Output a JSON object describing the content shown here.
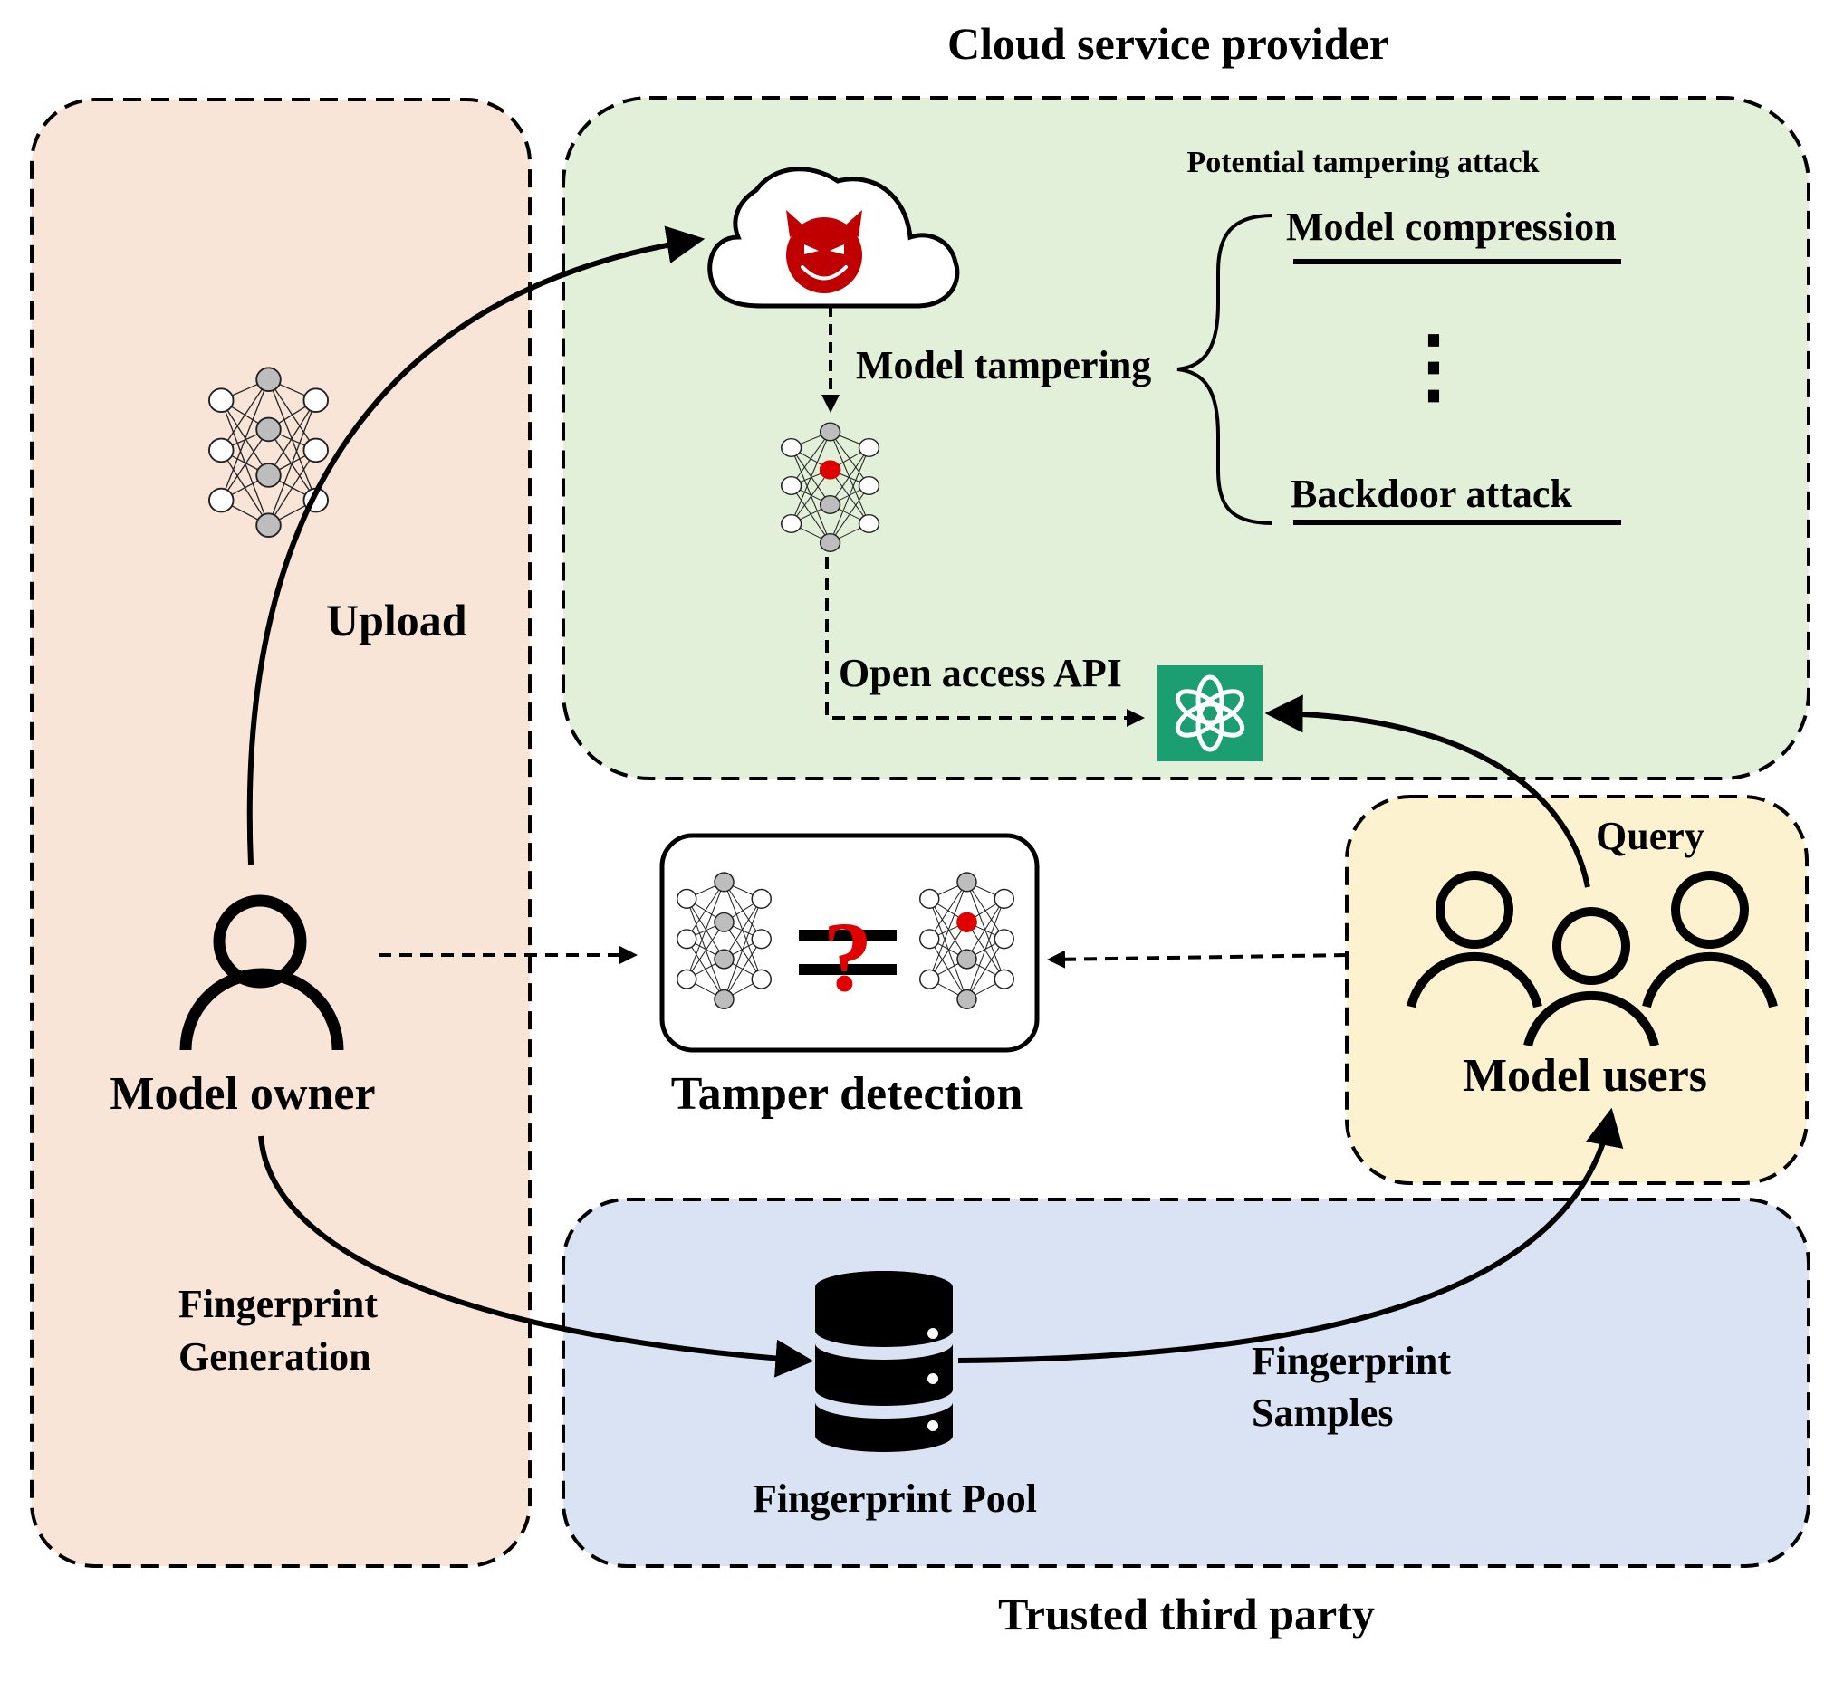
{
  "regions": {
    "cloud_title": "Cloud service provider",
    "third_party_title": "Trusted third party"
  },
  "cloud": {
    "attack_heading": "Potential tampering attack",
    "attack_1": "Model compression",
    "attack_ellipsis": "⋮",
    "attack_2": "Backdoor attack",
    "model_tampering": "Model tampering",
    "open_api": "Open access API"
  },
  "owner": {
    "upload": "Upload",
    "label": "Model owner",
    "fp_gen_line1": "Fingerprint",
    "fp_gen_line2": "Generation"
  },
  "detection": {
    "label": "Tamper detection",
    "question_mark": "?"
  },
  "users": {
    "query": "Query",
    "label": "Model users"
  },
  "pool": {
    "label": "Fingerprint Pool",
    "samples_line1": "Fingerprint",
    "samples_line2": "Samples"
  },
  "colors": {
    "owner_bg": "#f9e4d8",
    "cloud_bg": "#e2efd9",
    "users_bg": "#fdf2d0",
    "third_party_bg": "#dae3f3",
    "devil_red": "#c00000",
    "tamper_red": "#e00000",
    "api_green": "#1a9e72",
    "neuron_grey": "#bdbdbd"
  },
  "icons": [
    "neural-network-icon",
    "cloud-devil-icon",
    "api-logo-icon",
    "person-icon",
    "users-group-icon",
    "database-icon"
  ]
}
